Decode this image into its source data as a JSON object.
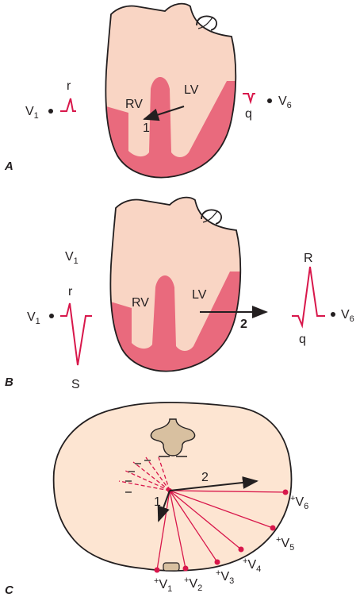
{
  "colors": {
    "heart_outer": "#f9d5c4",
    "myocardium": "#e96a7d",
    "outline": "#231f20",
    "ecg_trace": "#d8174b",
    "chest": "#fde5d2",
    "vertebra": "#d8c0a0"
  },
  "panel_a": {
    "letter": "A",
    "rv": "RV",
    "lv": "LV",
    "vector": "1",
    "v1_label": "V",
    "v1_sub": "1",
    "v1_wave": "r",
    "v6_label": "V",
    "v6_sub": "6",
    "v6_wave": "q"
  },
  "panel_b": {
    "letter": "B",
    "rv": "RV",
    "lv": "LV",
    "vector": "2",
    "v1_top_label": "V",
    "v1_top_sub": "1",
    "v1_label": "V",
    "v1_sub": "1",
    "v1_wave_r": "r",
    "v1_wave_s": "S",
    "v6_label": "V",
    "v6_sub": "6",
    "v6_wave_r": "R",
    "v6_wave_q": "q"
  },
  "panel_c": {
    "letter": "C",
    "vector_1": "1",
    "vector_2": "2",
    "leads": [
      {
        "plus": "+",
        "name": "V",
        "sub": "1"
      },
      {
        "plus": "+",
        "name": "V",
        "sub": "2"
      },
      {
        "plus": "+",
        "name": "V",
        "sub": "3"
      },
      {
        "plus": "+",
        "name": "V",
        "sub": "4"
      },
      {
        "plus": "+",
        "name": "V",
        "sub": "5"
      },
      {
        "plus": "+",
        "name": "V",
        "sub": "6"
      }
    ]
  }
}
